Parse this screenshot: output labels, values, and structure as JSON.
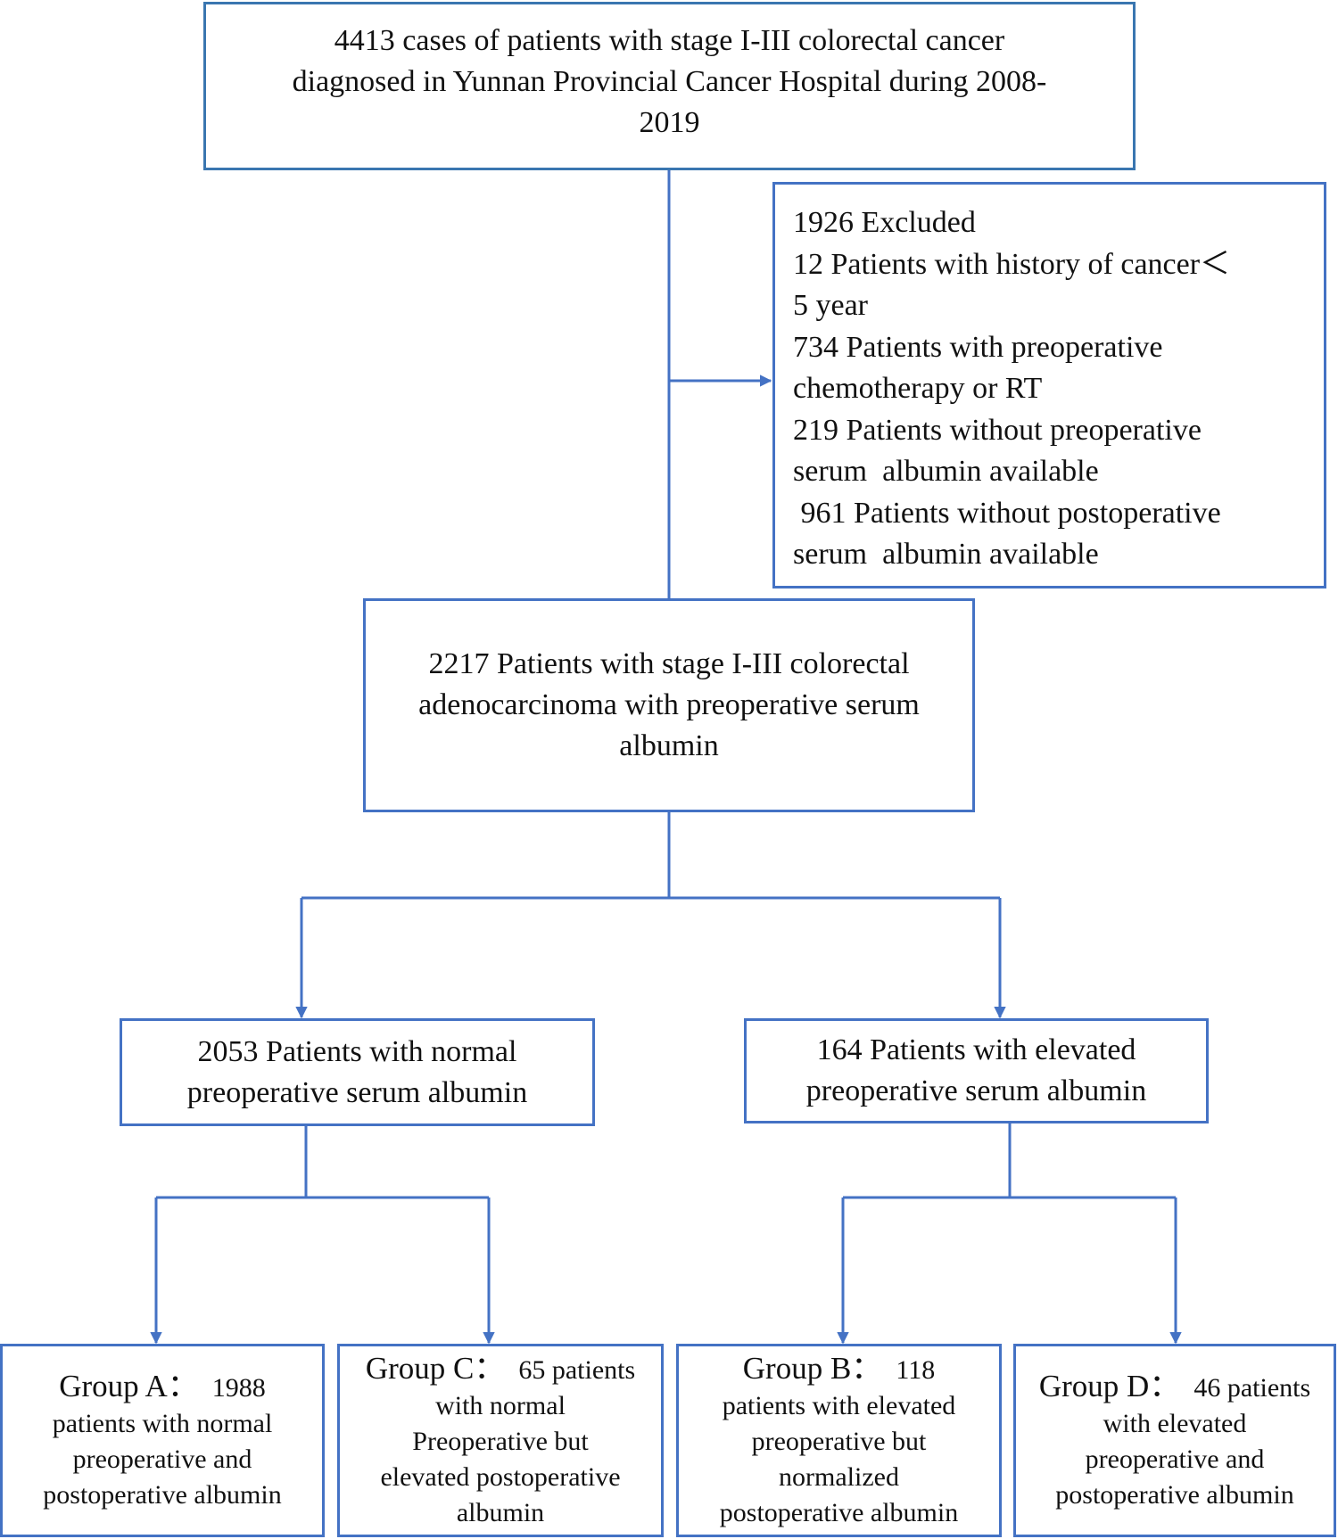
{
  "flowchart": {
    "colors": {
      "line": "#4472C4",
      "top_border": "#3A76B0",
      "text": "#111111"
    },
    "initial": {
      "lines": [
        "4413 cases of patients with stage I-III colorectal cancer",
        "diagnosed in Yunnan Provincial Cancer Hospital during 2008-",
        "2019"
      ]
    },
    "exclusion": {
      "lines": [
        "1926 Excluded",
        "12 Patients with history of cancer＜",
        "5 year",
        "734 Patients with preoperative",
        "chemotherapy or RT",
        "219 Patients without preoperative",
        "serum  albumin available",
        " 961 Patients without postoperative",
        "serum  albumin available"
      ]
    },
    "included": {
      "lines": [
        "2217 Patients with stage I-III colorectal",
        "adenocarcinoma with preoperative serum",
        "albumin"
      ]
    },
    "normal_pre": {
      "lines": [
        "2053 Patients with normal",
        "preoperative serum albumin"
      ]
    },
    "elevated_pre": {
      "lines": [
        "164 Patients with elevated",
        "preoperative serum albumin"
      ]
    },
    "groups": [
      {
        "head": "Group A：",
        "count": "  1988",
        "lines": [
          "patients with normal",
          "preoperative and",
          "postoperative albumin"
        ]
      },
      {
        "head": "Group C：",
        "count": "  65 patients",
        "lines": [
          "with normal",
          "Preoperative but",
          "elevated postoperative",
          "albumin"
        ]
      },
      {
        "head": "Group B：",
        "count": "  118",
        "lines": [
          "patients with elevated",
          "preoperative but",
          "normalized",
          "postoperative albumin"
        ]
      },
      {
        "head": "Group D：",
        "count": "  46 patients",
        "lines": [
          "with elevated",
          "preoperative and",
          "postoperative albumin"
        ]
      }
    ]
  }
}
